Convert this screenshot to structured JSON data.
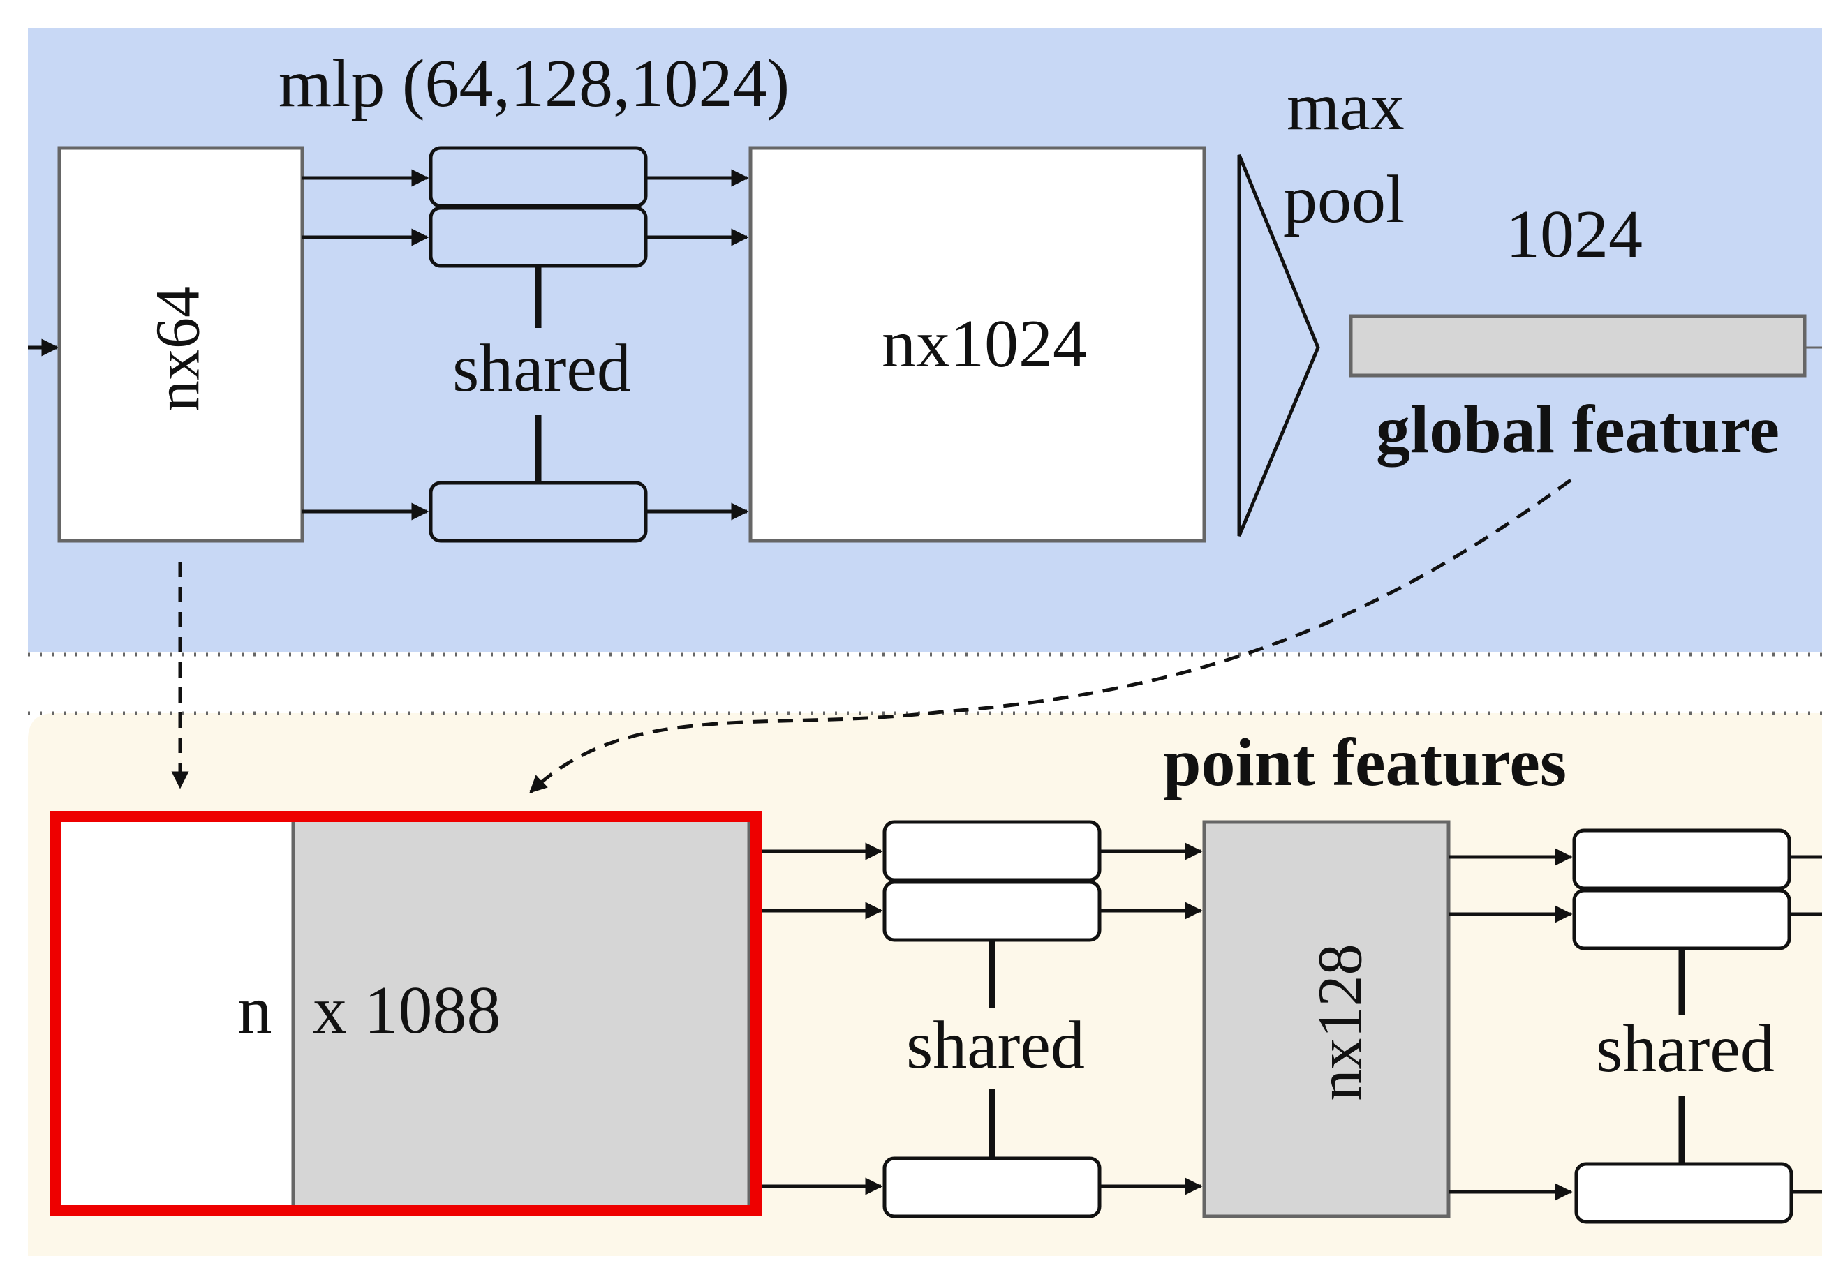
{
  "colors": {
    "top_panel": "#c8d8f5",
    "bottom_panel": "#fdf8ea",
    "box_fill": "#ffffff",
    "gray_fill": "#d6d6d6",
    "box_stroke": "#666666",
    "ink": "#111111",
    "highlight": "#ee0000"
  },
  "top": {
    "mlp_label": "mlp (64,128,1024)",
    "nx64_label": "nx64",
    "shared_label": "shared",
    "nx1024_label": "nx1024",
    "maxpool_line1": "max",
    "maxpool_line2": "pool",
    "dim_label": "1024",
    "global_feature_label": "global feature"
  },
  "bottom": {
    "point_features_label": "point features",
    "n_label": "n",
    "x1088_label": "x 1088",
    "shared_label_1": "shared",
    "nx128_label": "nx128",
    "shared_label_2": "shared"
  }
}
